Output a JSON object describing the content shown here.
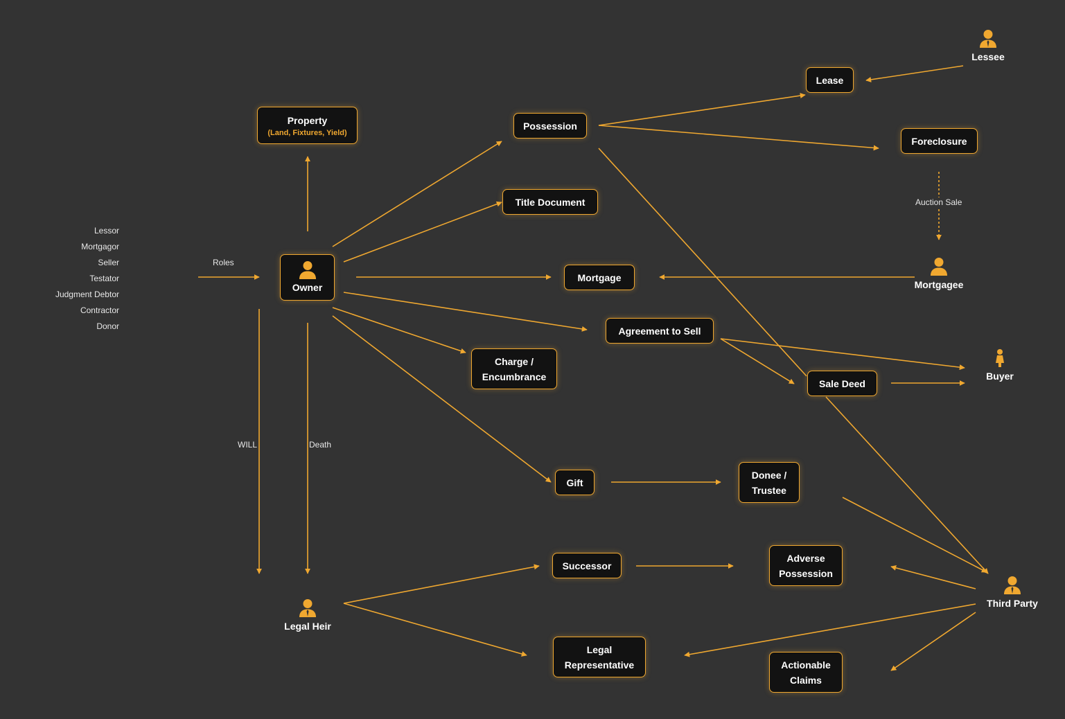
{
  "colors": {
    "accent": "#f0a830",
    "background": "#333333",
    "node_fill": "#121212",
    "text": "#ffffff"
  },
  "roles": [
    "Lessor",
    "Mortgagor",
    "Seller",
    "Testator",
    "Judgment Debtor",
    "Contractor",
    "Donor"
  ],
  "edge_labels": {
    "roles": "Roles",
    "will": "WILL",
    "death": "Death",
    "auction_sale": "Auction Sale"
  },
  "actors": {
    "owner": {
      "label": "Owner",
      "icon": "person-icon"
    },
    "lessee": {
      "label": "Lessee",
      "icon": "businessman-icon"
    },
    "mortgagee": {
      "label": "Mortgagee",
      "icon": "person-icon"
    },
    "buyer": {
      "label": "Buyer",
      "icon": "woman-icon"
    },
    "third_party": {
      "label": "Third Party",
      "icon": "businessman-icon"
    },
    "legal_heir": {
      "label": "Legal Heir",
      "icon": "businessman-icon"
    }
  },
  "nodes": {
    "property": {
      "label": "Property",
      "sub": "(Land, Fixtures, Yield)"
    },
    "possession": {
      "label": "Possession"
    },
    "lease": {
      "label": "Lease"
    },
    "foreclosure": {
      "label": "Foreclosure"
    },
    "title_document": {
      "label": "Title Document"
    },
    "mortgage": {
      "label": "Mortgage"
    },
    "agreement_to_sell": {
      "label": "Agreement to Sell"
    },
    "charge": {
      "line1": "Charge /",
      "line2": "Encumbrance"
    },
    "sale_deed": {
      "label": "Sale Deed"
    },
    "gift": {
      "label": "Gift"
    },
    "donee": {
      "line1": "Donee /",
      "line2": "Trustee"
    },
    "successor": {
      "label": "Successor"
    },
    "adverse_possession": {
      "line1": "Adverse",
      "line2": "Possession"
    },
    "legal_representative": {
      "line1": "Legal",
      "line2": "Representative"
    },
    "actionable_claims": {
      "line1": "Actionable",
      "line2": "Claims"
    }
  }
}
